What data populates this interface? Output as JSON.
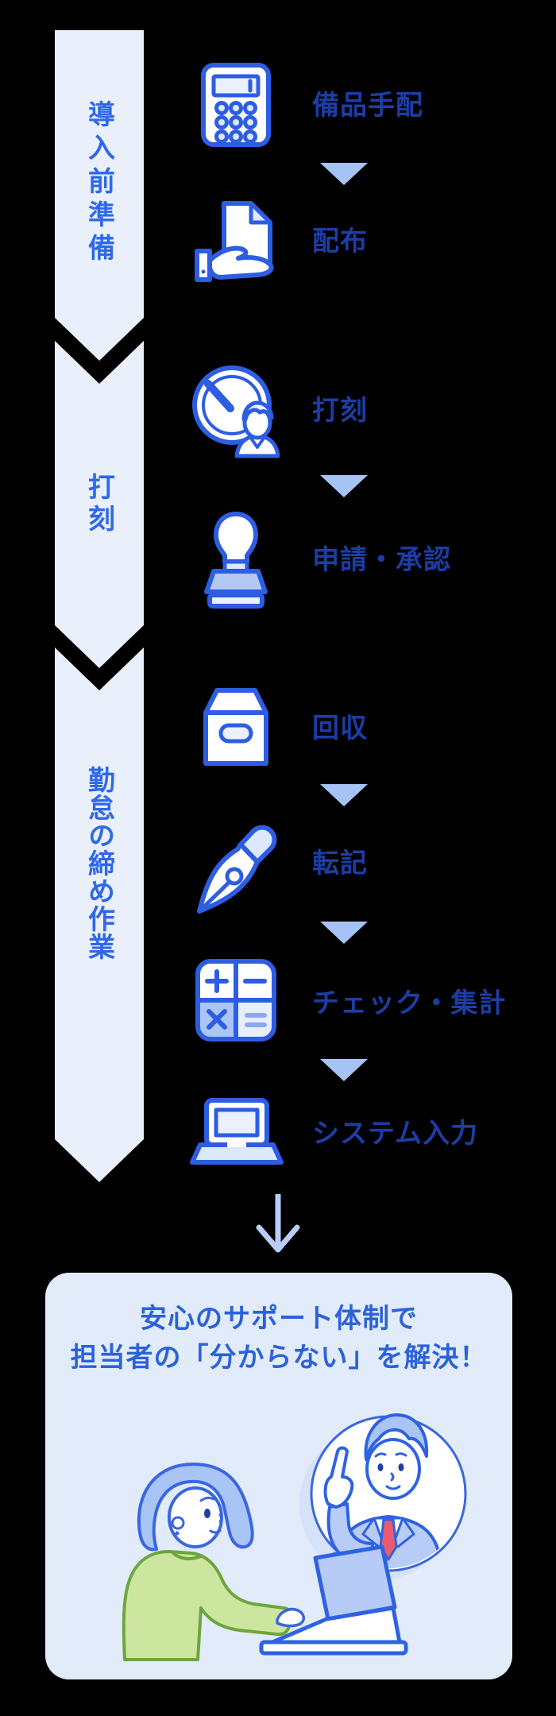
{
  "colors": {
    "background": "#000000",
    "ribbon_fill": "#e9effb",
    "ribbon_text": "#2f68e8",
    "icon_stroke": "#2d5de2",
    "label_text": "#1d3da5",
    "arrow_fill": "#a6c3f6",
    "long_arrow": "#b9cdf8",
    "card_bg": "#e2ebfa",
    "card_text": "#2c62d9",
    "sweater_green": "#cde69f",
    "tie_red": "#ea5b6d"
  },
  "ribbon": {
    "segments": [
      {
        "label": "導入前準備"
      },
      {
        "label": "打刻"
      },
      {
        "label": "勤怠の締め作業"
      }
    ]
  },
  "steps": [
    {
      "label": "備品手配",
      "icon": "calculator-icon"
    },
    {
      "label": "配布",
      "icon": "hand-document-icon"
    },
    {
      "label": "打刻",
      "icon": "time-stamp-clock-icon"
    },
    {
      "label": "申請・承認",
      "icon": "stamp-icon"
    },
    {
      "label": "回収",
      "icon": "storage-box-icon"
    },
    {
      "label": "転記",
      "icon": "pen-nib-icon"
    },
    {
      "label": "チェック・集計",
      "icon": "calc-grid-icon"
    },
    {
      "label": "システム入力",
      "icon": "laptop-icon"
    }
  ],
  "support_card": {
    "heading_line1": "安心のサポート体制で",
    "heading_line2": "担当者の「分からない」を解決！"
  }
}
